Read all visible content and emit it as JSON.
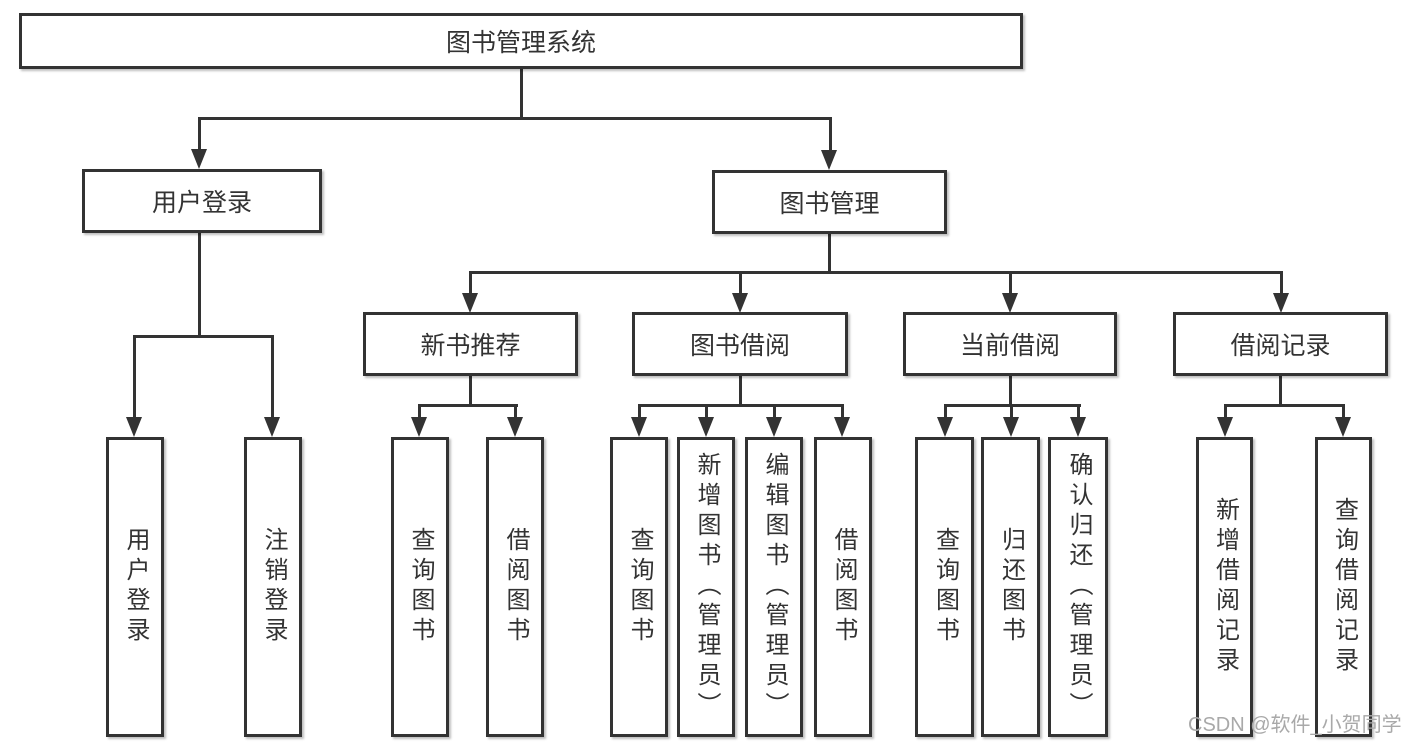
{
  "diagram": {
    "root": {
      "label": "图书管理系统"
    },
    "level2": [
      {
        "label": "用户登录"
      },
      {
        "label": "图书管理"
      }
    ],
    "level3": [
      {
        "label": "新书推荐"
      },
      {
        "label": "图书借阅"
      },
      {
        "label": "当前借阅"
      },
      {
        "label": "借阅记录"
      }
    ],
    "leaves": {
      "user_login": [
        "用户登录",
        "注销登录"
      ],
      "new_book_recommend": [
        "查询图书",
        "借阅图书"
      ],
      "book_borrow": [
        "查询图书",
        "新增图书（管理员）",
        "编辑图书（管理员）",
        "借阅图书"
      ],
      "current_borrow": [
        "查询图书",
        "归还图书",
        "确认归还（管理员）"
      ],
      "borrow_record": [
        "新增借阅记录",
        "查询借阅记录"
      ]
    }
  },
  "watermark": {
    "text": "CSDN @软件_小贺同学"
  },
  "colors": {
    "line": "#333333",
    "text": "#333333",
    "box_background": "#ffffff",
    "watermark": "#a9a9a9",
    "page_background": "#ffffff"
  }
}
